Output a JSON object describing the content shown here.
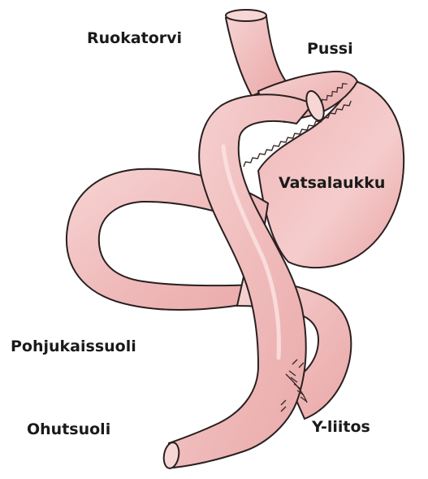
{
  "diagram": {
    "labels": {
      "esophagus": "Ruokatorvi",
      "pouch": "Pussi",
      "stomach": "Vatsalaukku",
      "duodenum": "Pohjukaissuoli",
      "small_intestine": "Ohutsuoli",
      "y_junction": "Y-liitos"
    },
    "colors": {
      "tissue_fill": "#f2c2c2",
      "tissue_outline": "#2a2020",
      "inner_highlight": "#fbe3e3",
      "suture_line": "#3a2a2a",
      "stomach_shade": "#e8a6a6"
    }
  }
}
